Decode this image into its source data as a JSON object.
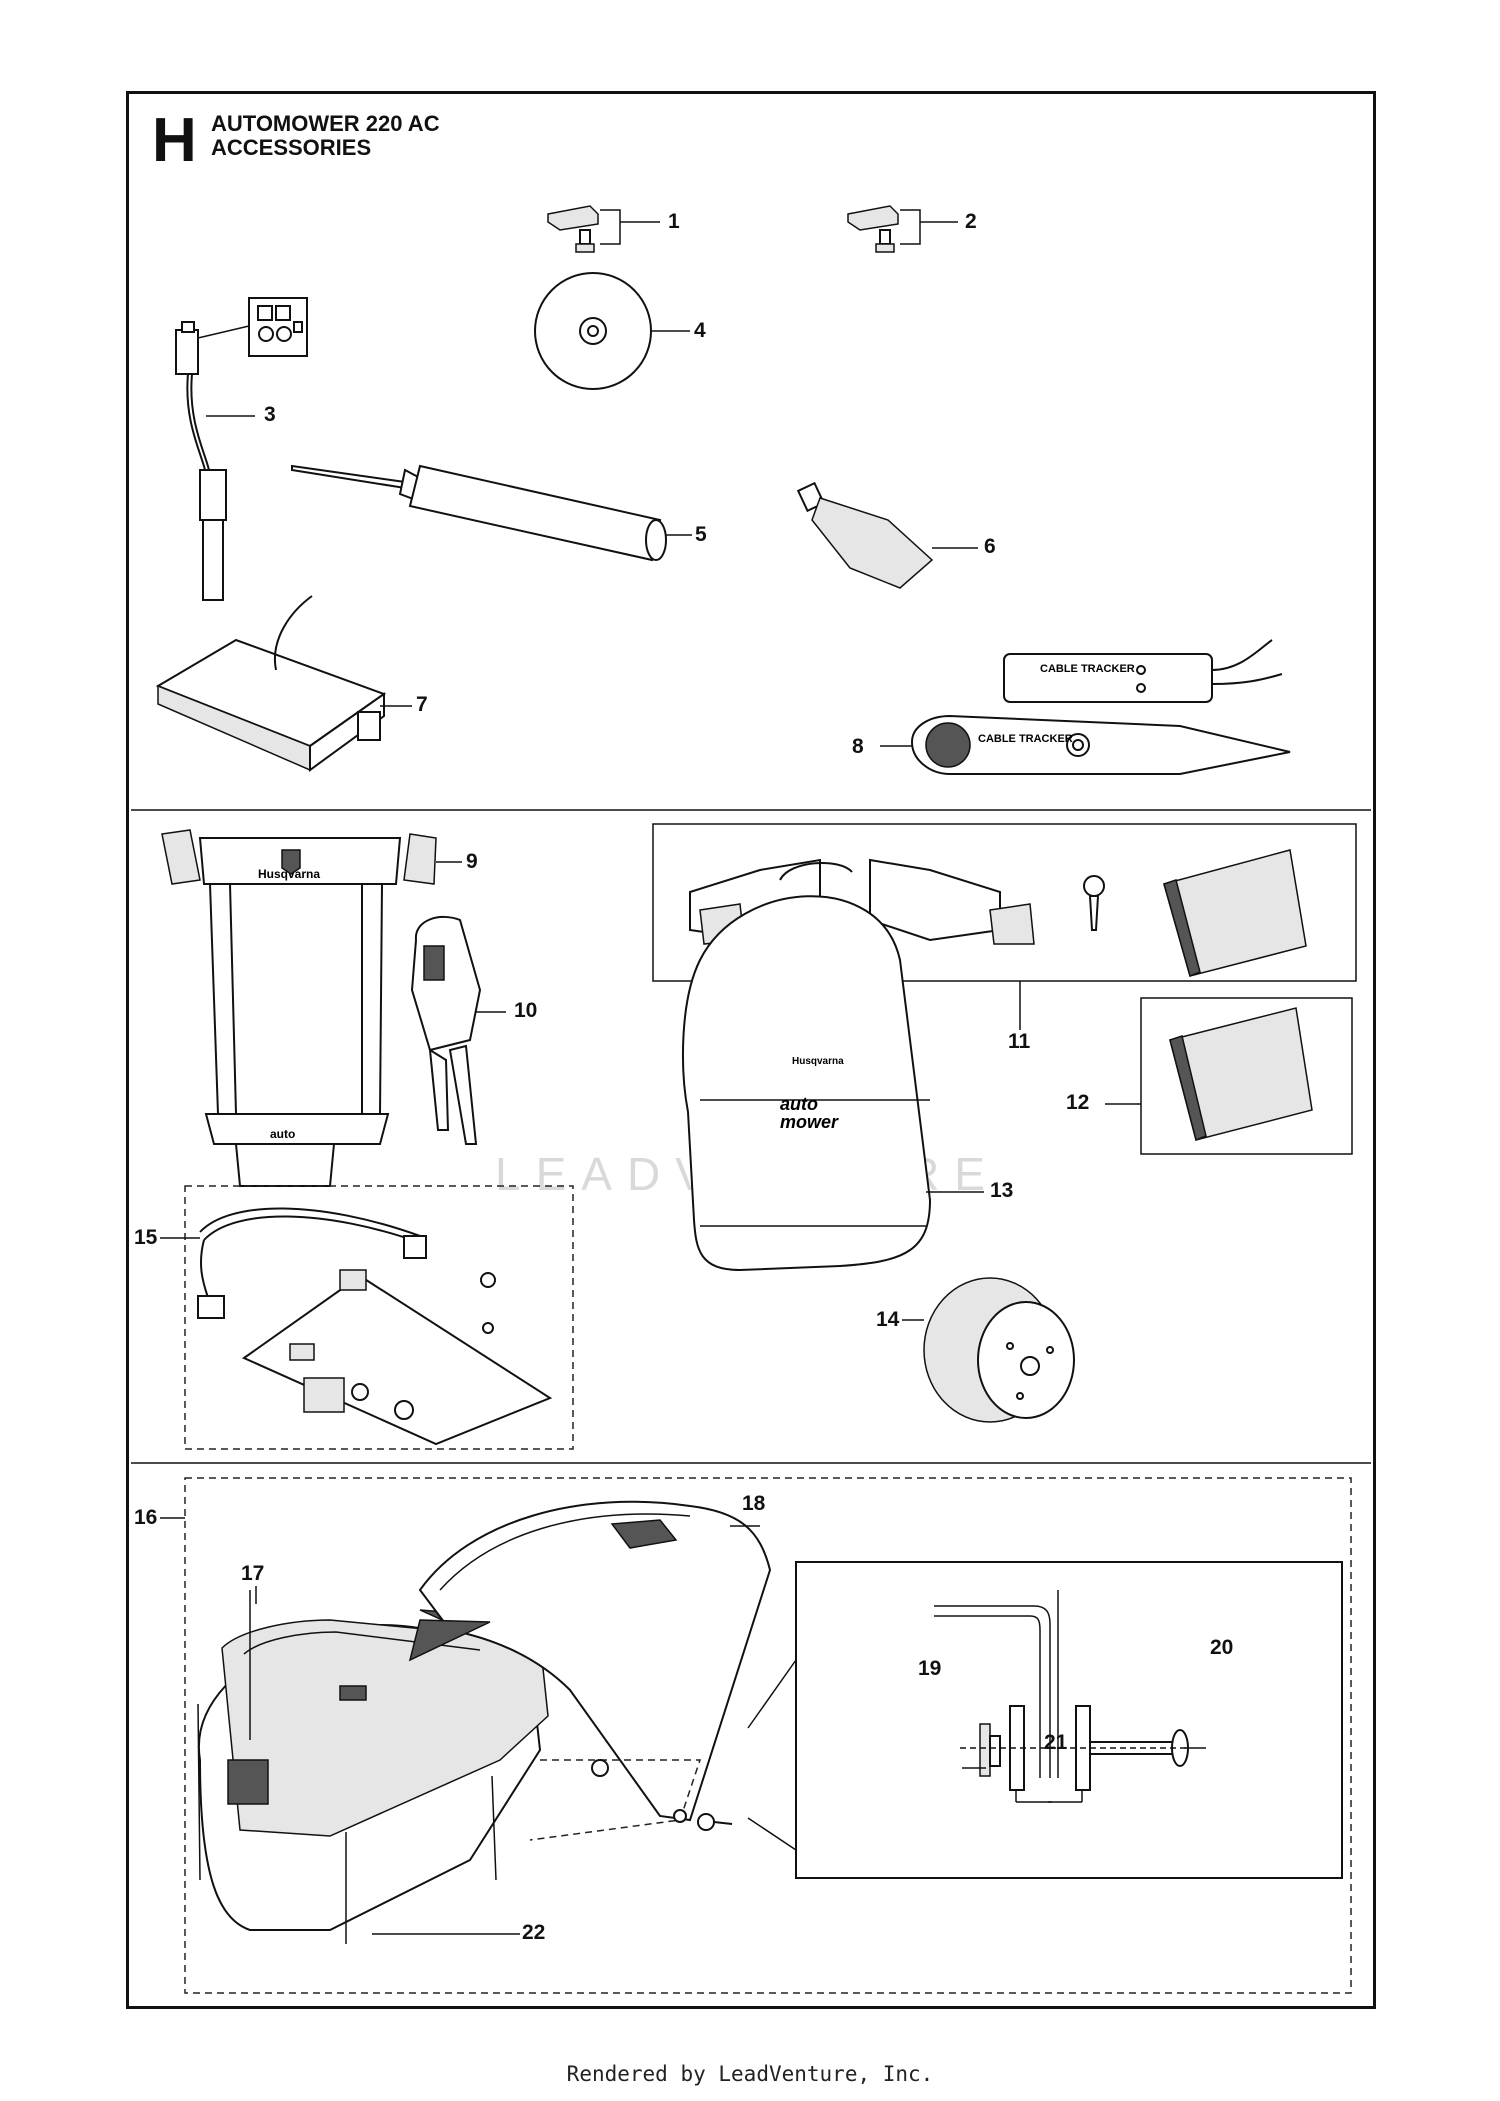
{
  "header": {
    "section_letter": "H",
    "title_line1": "AUTOMOWER 220 AC",
    "title_line2": "ACCESSORIES"
  },
  "labels": {
    "cable_tracker": "CABLE TRACKER",
    "brand": "Husqvarna",
    "brand_small": "Husqvarna",
    "logo_line1": "auto",
    "logo_line2": "mower"
  },
  "callouts": [
    "1",
    "2",
    "3",
    "4",
    "5",
    "6",
    "7",
    "8",
    "9",
    "10",
    "11",
    "12",
    "13",
    "14",
    "15",
    "16",
    "17",
    "18",
    "19",
    "20",
    "21",
    "22"
  ],
  "watermark": "LEADVENTURE",
  "footer": "Rendered by LeadVenture, Inc."
}
